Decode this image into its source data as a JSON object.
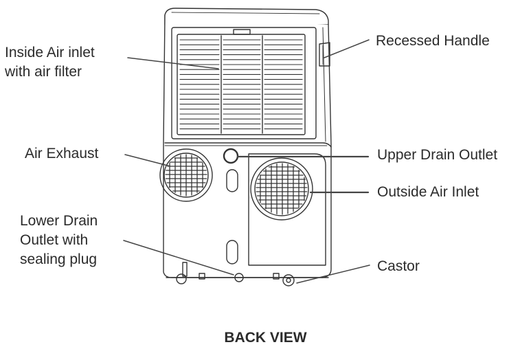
{
  "labels": {
    "inside_air_inlet": [
      "Inside Air inlet",
      "with air filter"
    ],
    "air_exhaust": "Air Exhaust",
    "lower_drain_outlet": [
      "Lower Drain",
      "Outlet with",
      "sealing plug"
    ],
    "recessed_handle": "Recessed Handle",
    "upper_drain_outlet": "Upper Drain Outlet",
    "outside_air_inlet": "Outside Air Inlet",
    "castor": "Castor"
  },
  "caption": "BACK VIEW"
}
